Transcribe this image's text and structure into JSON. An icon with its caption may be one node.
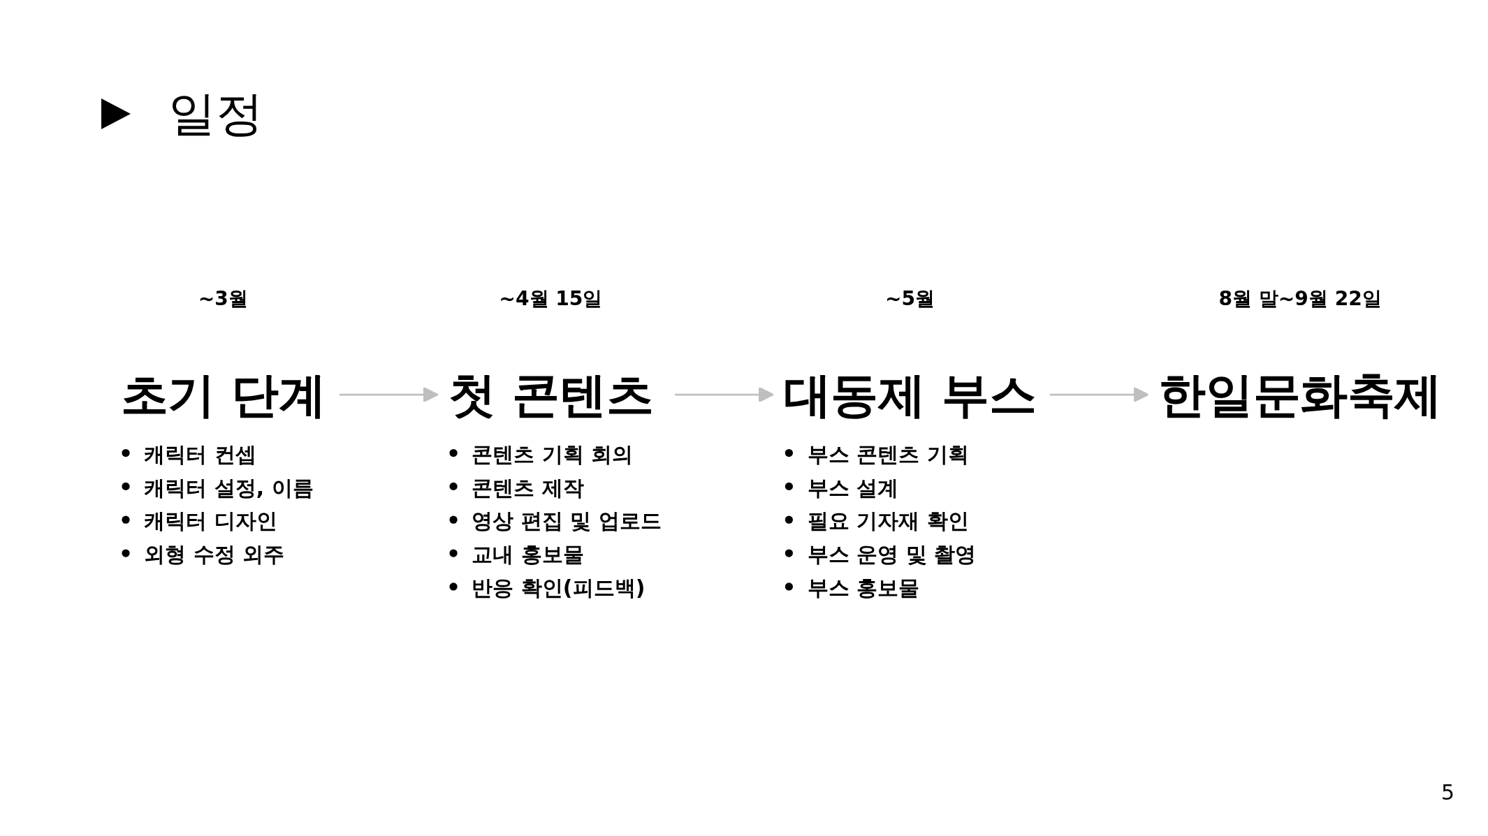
{
  "diagram": {
    "title": "일정",
    "nodes": [
      {
        "text": [
          "초기 단계",
          "캐릭터 컨셉",
          "캐릭터 설정, 이름",
          "캐릭터 디자인",
          "외형 수정 외주"
        ],
        "beside": [
          "~3월"
        ]
      },
      {
        "text": [
          "첫 콘텐츠",
          "콘텐츠 기획 회의",
          "콘텐츠 제작",
          "영상 편집 및 업로드",
          "교내 홍보물",
          "반응 확인(피드백)"
        ],
        "beside": [
          "~4월 15일"
        ]
      },
      {
        "text": [
          "대동제 부스",
          "부스 콘텐츠 기획",
          "부스 설계",
          "필요 기자재 확인",
          "부스 운영 및 촬영",
          "부스 홍보물"
        ],
        "beside": [
          "~5월"
        ]
      },
      {
        "text": [
          "한일문화축제"
        ],
        "beside": [
          "8월 말~9월 22일"
        ]
      }
    ],
    "edges": [
      {
        "from": 0,
        "to": 1,
        "arrow": "to"
      },
      {
        "from": 1,
        "to": 2,
        "arrow": "to"
      },
      {
        "from": 2,
        "to": 3,
        "arrow": "to"
      }
    ],
    "labels": [
      "5"
    ]
  }
}
